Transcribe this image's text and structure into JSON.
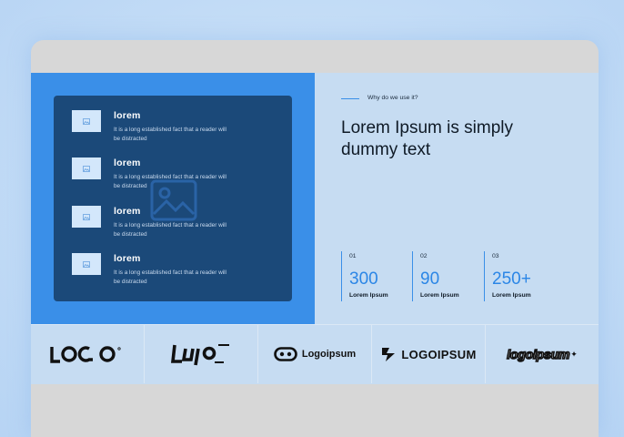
{
  "features": [
    {
      "title": "lorem",
      "text": "It is a long established fact that a reader will be distracted"
    },
    {
      "title": "lorem",
      "text": "It is a long established fact that a reader will be distracted"
    },
    {
      "title": "lorem",
      "text": "It is a long established fact that a reader will be distracted"
    },
    {
      "title": "lorem",
      "text": "It is a long established fact that a reader will be distracted"
    }
  ],
  "hero": {
    "eyebrow": "Why do we use it?",
    "headline": "Lorem Ipsum is simply dummy text"
  },
  "stats": [
    {
      "num": "01",
      "value": "300",
      "label": "Lorem Ipsum"
    },
    {
      "num": "02",
      "value": "90",
      "label": "Lorem Ipsum"
    },
    {
      "num": "03",
      "value": "250+",
      "label": "Lorem Ipsum"
    }
  ],
  "logos": [
    {
      "icon": "loqo-wordmark-logo"
    },
    {
      "icon": "script-wordmark-logo"
    },
    {
      "icon": "pill-logo",
      "text": "Logoipsum"
    },
    {
      "icon": "bolt-logo",
      "text": "LOGOIPSUM"
    },
    {
      "icon": "italic-wordmark-logo",
      "text": "logoipsum"
    }
  ],
  "colors": {
    "accent": "#3a8fe8",
    "card": "#1b4979",
    "panel": "#c6dcf2",
    "stat_value": "#2b86e6"
  }
}
